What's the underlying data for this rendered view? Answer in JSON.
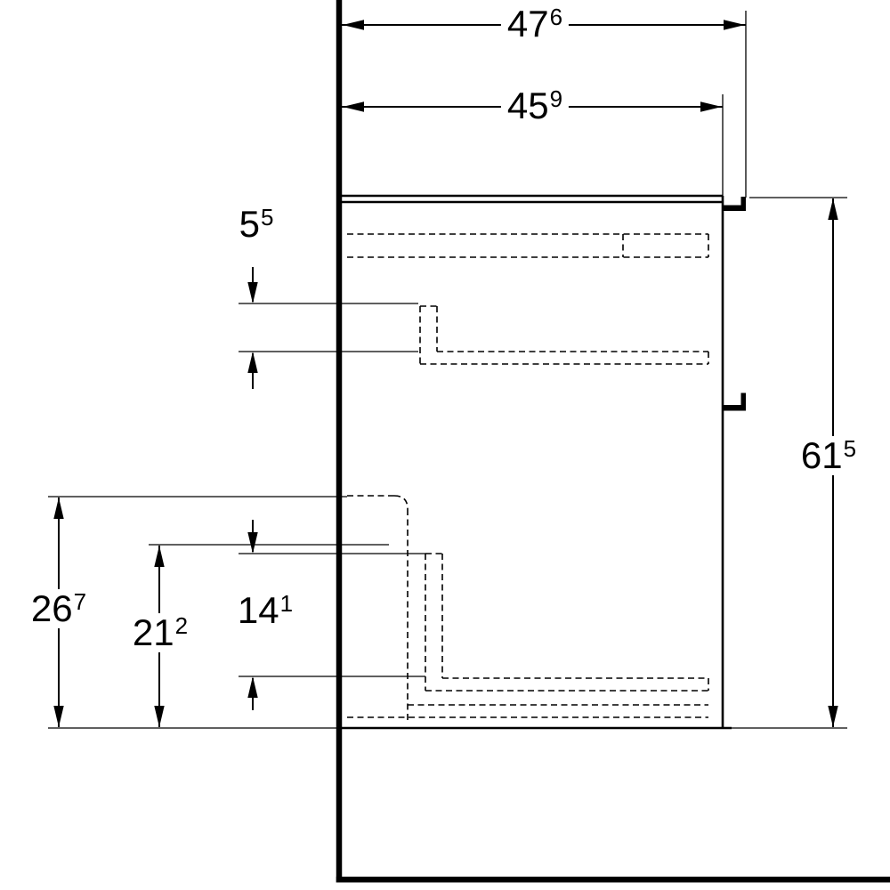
{
  "page": {
    "background": "#ffffff",
    "line_color": "#000000"
  },
  "drawing": {
    "title": "Vanity cabinet side-view dimension drawing",
    "view": "side elevation, wall at left, two drawer fronts with handles at right",
    "style": "black technical line drawing with dashed hidden edges",
    "dimensions": {
      "depth_total": {
        "value": "47",
        "sup": "6"
      },
      "depth_body": {
        "value": "45",
        "sup": "9"
      },
      "front_top_offset": {
        "value": "5",
        "sup": "5"
      },
      "height_total": {
        "value": "61",
        "sup": "5"
      },
      "height_bottom_zone": {
        "value": "26",
        "sup": "7"
      },
      "height_mid_zone": {
        "value": "21",
        "sup": "2"
      },
      "height_drawer_front": {
        "value": "14",
        "sup": "1"
      }
    }
  }
}
